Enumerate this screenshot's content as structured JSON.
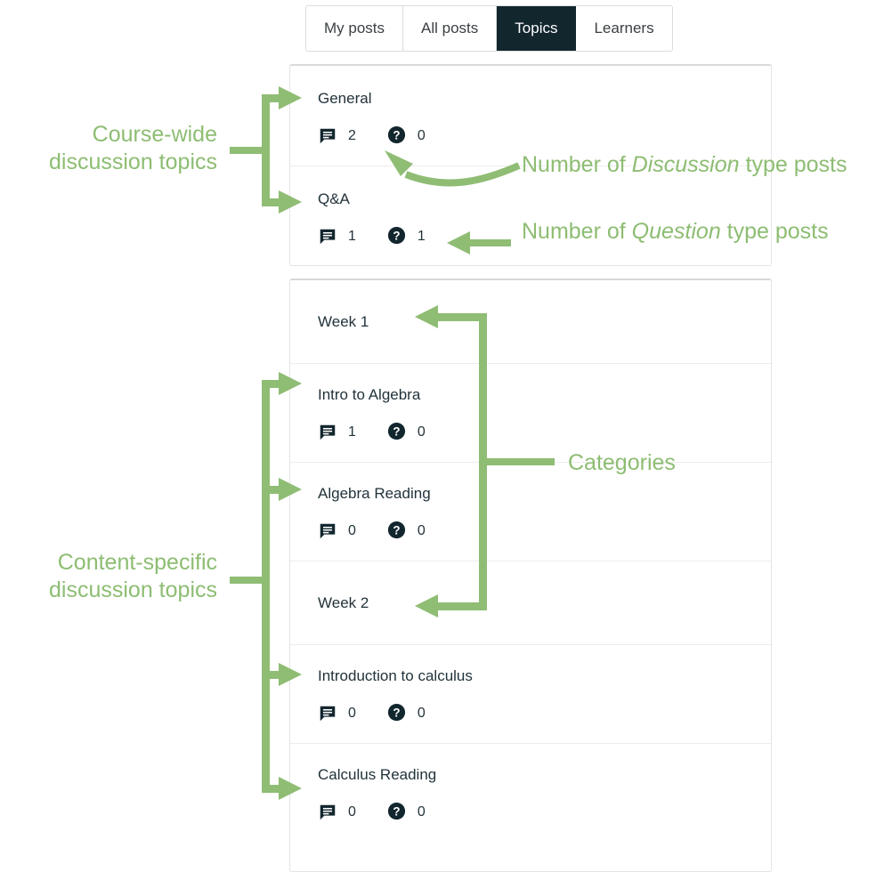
{
  "tabs": [
    {
      "label": "My posts",
      "active": false
    },
    {
      "label": "All posts",
      "active": false
    },
    {
      "label": "Topics",
      "active": true
    },
    {
      "label": "Learners",
      "active": false
    }
  ],
  "icons": {
    "discussion": "discussion-icon",
    "question": "question-icon"
  },
  "course_wide_panel": {
    "rows": [
      {
        "title": "General",
        "discussion_count": "2",
        "question_count": "0"
      },
      {
        "title": "Q&A",
        "discussion_count": "1",
        "question_count": "1"
      }
    ]
  },
  "content_panel": {
    "rows": [
      {
        "type": "category",
        "title": "Week 1"
      },
      {
        "type": "topic",
        "title": "Intro to Algebra",
        "discussion_count": "1",
        "question_count": "0"
      },
      {
        "type": "topic",
        "title": "Algebra Reading",
        "discussion_count": "0",
        "question_count": "0"
      },
      {
        "type": "category",
        "title": "Week 2"
      },
      {
        "type": "topic",
        "title": "Introduction to calculus",
        "discussion_count": "0",
        "question_count": "0"
      },
      {
        "type": "topic",
        "title": "Calculus Reading",
        "discussion_count": "0",
        "question_count": "0"
      }
    ]
  },
  "annotations": {
    "course_wide": {
      "line1": "Course-wide",
      "line2": "discussion topics"
    },
    "content_specific": {
      "line1": "Content-specific",
      "line2": "discussion topics"
    },
    "discussion_posts": {
      "prefix": "Number of ",
      "emphasis": "Discussion",
      "suffix": " type posts"
    },
    "question_posts": {
      "prefix": "Number of ",
      "emphasis": "Question",
      "suffix": " type posts"
    },
    "categories": "Categories"
  },
  "colors": {
    "annotation_green": "#8dbd72",
    "active_tab_bg": "#12262e",
    "text_dark": "#22333b"
  }
}
